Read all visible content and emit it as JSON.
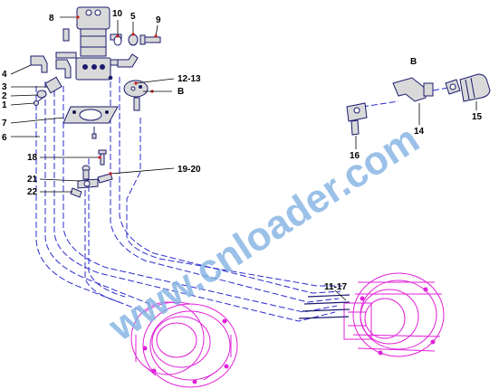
{
  "callouts": {
    "c1": "1",
    "c2": "2",
    "c3": "3",
    "c4": "4",
    "c5": "5",
    "c6": "6",
    "c7": "7",
    "c8": "8",
    "c9": "9",
    "c10": "10",
    "c11_17": "11-17",
    "c12_13": "12-13",
    "c14": "14",
    "c15": "15",
    "c16": "16",
    "c18": "18",
    "c19_20": "19-20",
    "c21": "21",
    "c22": "22",
    "detailB_ref": "B",
    "detailB_title": "B"
  },
  "watermark": {
    "text": "www.cnloader.com"
  },
  "colors": {
    "line": "#1a1a6e",
    "hose": "#2b2bcf",
    "motor": "#e020d8",
    "part_fill": "#d9d9d9",
    "label": "#000000",
    "watermark": "#86b4e3",
    "leader_red": "#c81e1e"
  }
}
